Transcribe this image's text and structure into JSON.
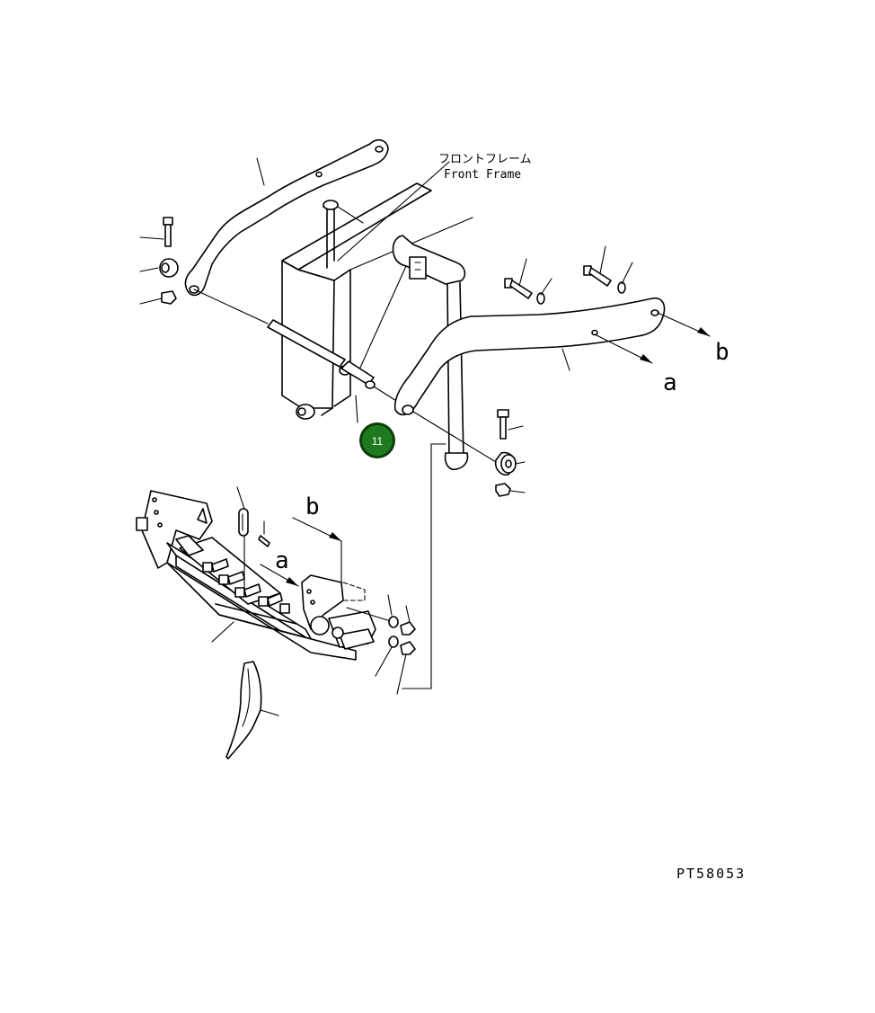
{
  "diagram": {
    "front_frame_label_jp": "フロントフレーム",
    "front_frame_label_en": "Front Frame",
    "arrow_label_a": "a",
    "arrow_label_b": "b",
    "reference_code": "PT58053",
    "callout_number": "11",
    "colors": {
      "line": "#000000",
      "callout_fill": "#1e7a1e",
      "callout_ring": "#0b3d0b",
      "callout_text": "#ffffff"
    }
  }
}
